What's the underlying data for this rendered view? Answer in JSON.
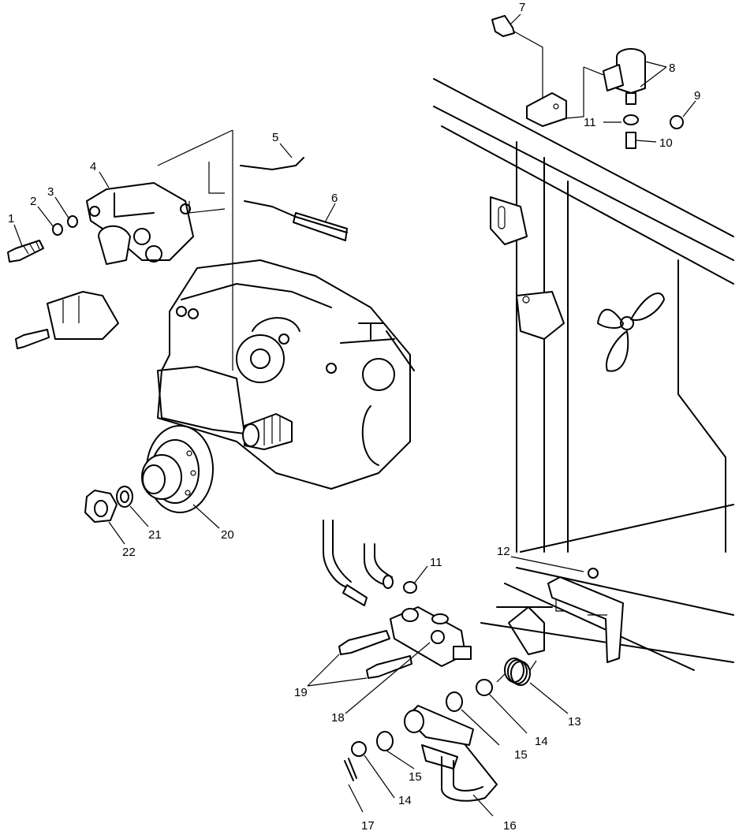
{
  "callouts": [
    {
      "id": "1",
      "text": "1"
    },
    {
      "id": "2",
      "text": "2"
    },
    {
      "id": "3",
      "text": "3"
    },
    {
      "id": "4",
      "text": "4"
    },
    {
      "id": "5",
      "text": "5"
    },
    {
      "id": "6",
      "text": "6"
    },
    {
      "id": "7",
      "text": "7"
    },
    {
      "id": "8",
      "text": "8"
    },
    {
      "id": "9",
      "text": "9"
    },
    {
      "id": "10",
      "text": "10"
    },
    {
      "id": "11a",
      "text": "11"
    },
    {
      "id": "11b",
      "text": "11"
    },
    {
      "id": "12",
      "text": "12"
    },
    {
      "id": "13",
      "text": "13"
    },
    {
      "id": "14a",
      "text": "14"
    },
    {
      "id": "14b",
      "text": "14"
    },
    {
      "id": "15a",
      "text": "15"
    },
    {
      "id": "15b",
      "text": "15"
    },
    {
      "id": "16",
      "text": "16"
    },
    {
      "id": "17",
      "text": "17"
    },
    {
      "id": "18",
      "text": "18"
    },
    {
      "id": "19",
      "text": "19"
    },
    {
      "id": "20",
      "text": "20"
    },
    {
      "id": "21",
      "text": "21"
    },
    {
      "id": "22",
      "text": "22"
    }
  ]
}
